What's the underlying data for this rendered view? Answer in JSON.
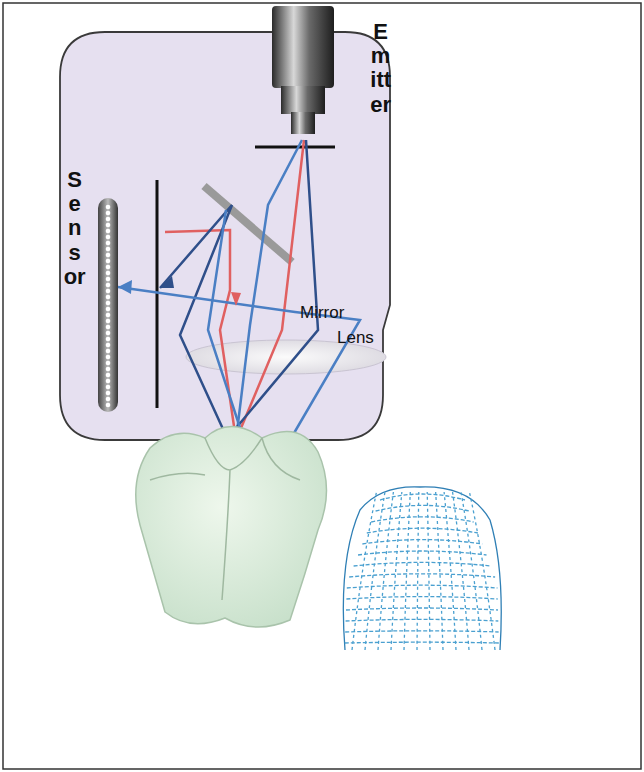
{
  "diagram": {
    "labels": [
      "Emitter",
      "Sensor",
      "Mirror",
      "Lens"
    ]
  }
}
